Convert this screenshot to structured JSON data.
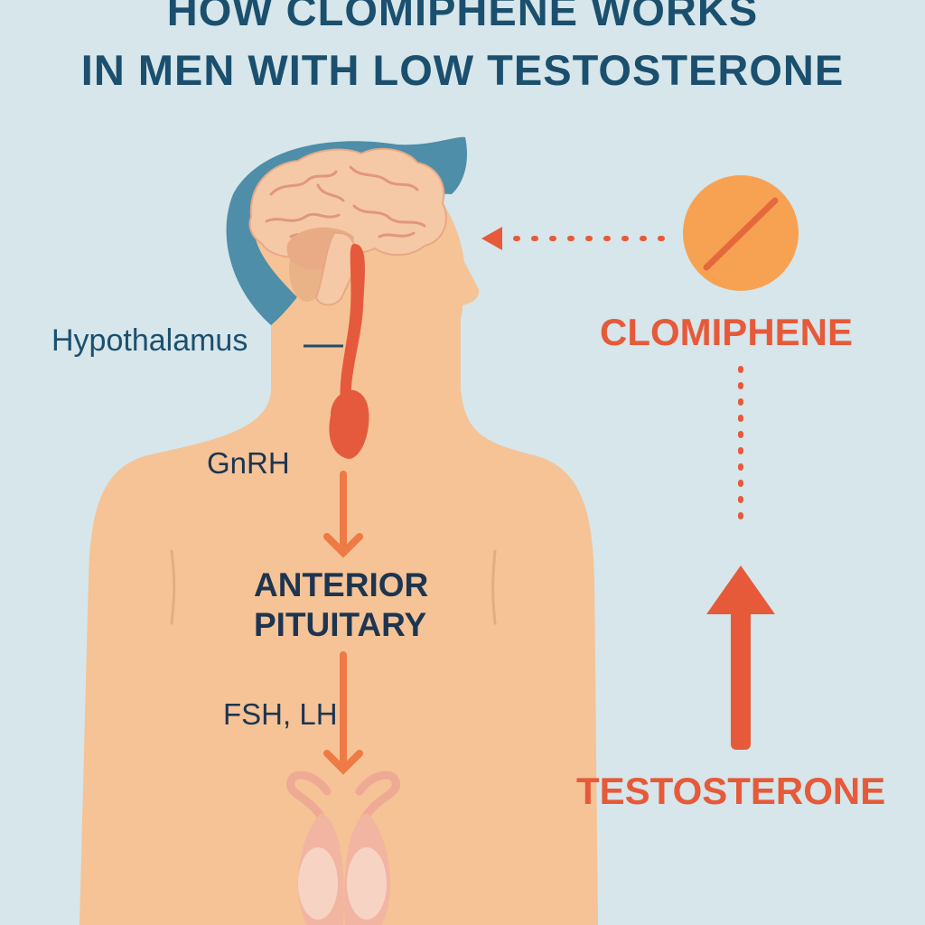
{
  "title": {
    "line1": "HOW CLOMIPHENE WORKS",
    "line2": "IN MEN WITH LOW TESTOSTERONE"
  },
  "labels": {
    "hypothalamus": "Hypothalamus",
    "gnrh": "GnRH",
    "pituitary_line1": "ANTERIOR",
    "pituitary_line2": "PITUITARY",
    "fsh_lh": "FSH, LH",
    "clomiphene": "CLOMIPHENE",
    "testosterone": "TESTOSTERONE"
  },
  "colors": {
    "background": "#d6e6ea",
    "title": "#1b4f6e",
    "skin": "#f5c396",
    "hair": "#4e8ea8",
    "brain": "#f6c9a6",
    "accent": "#e65a3a",
    "pill": "#f7a253"
  }
}
